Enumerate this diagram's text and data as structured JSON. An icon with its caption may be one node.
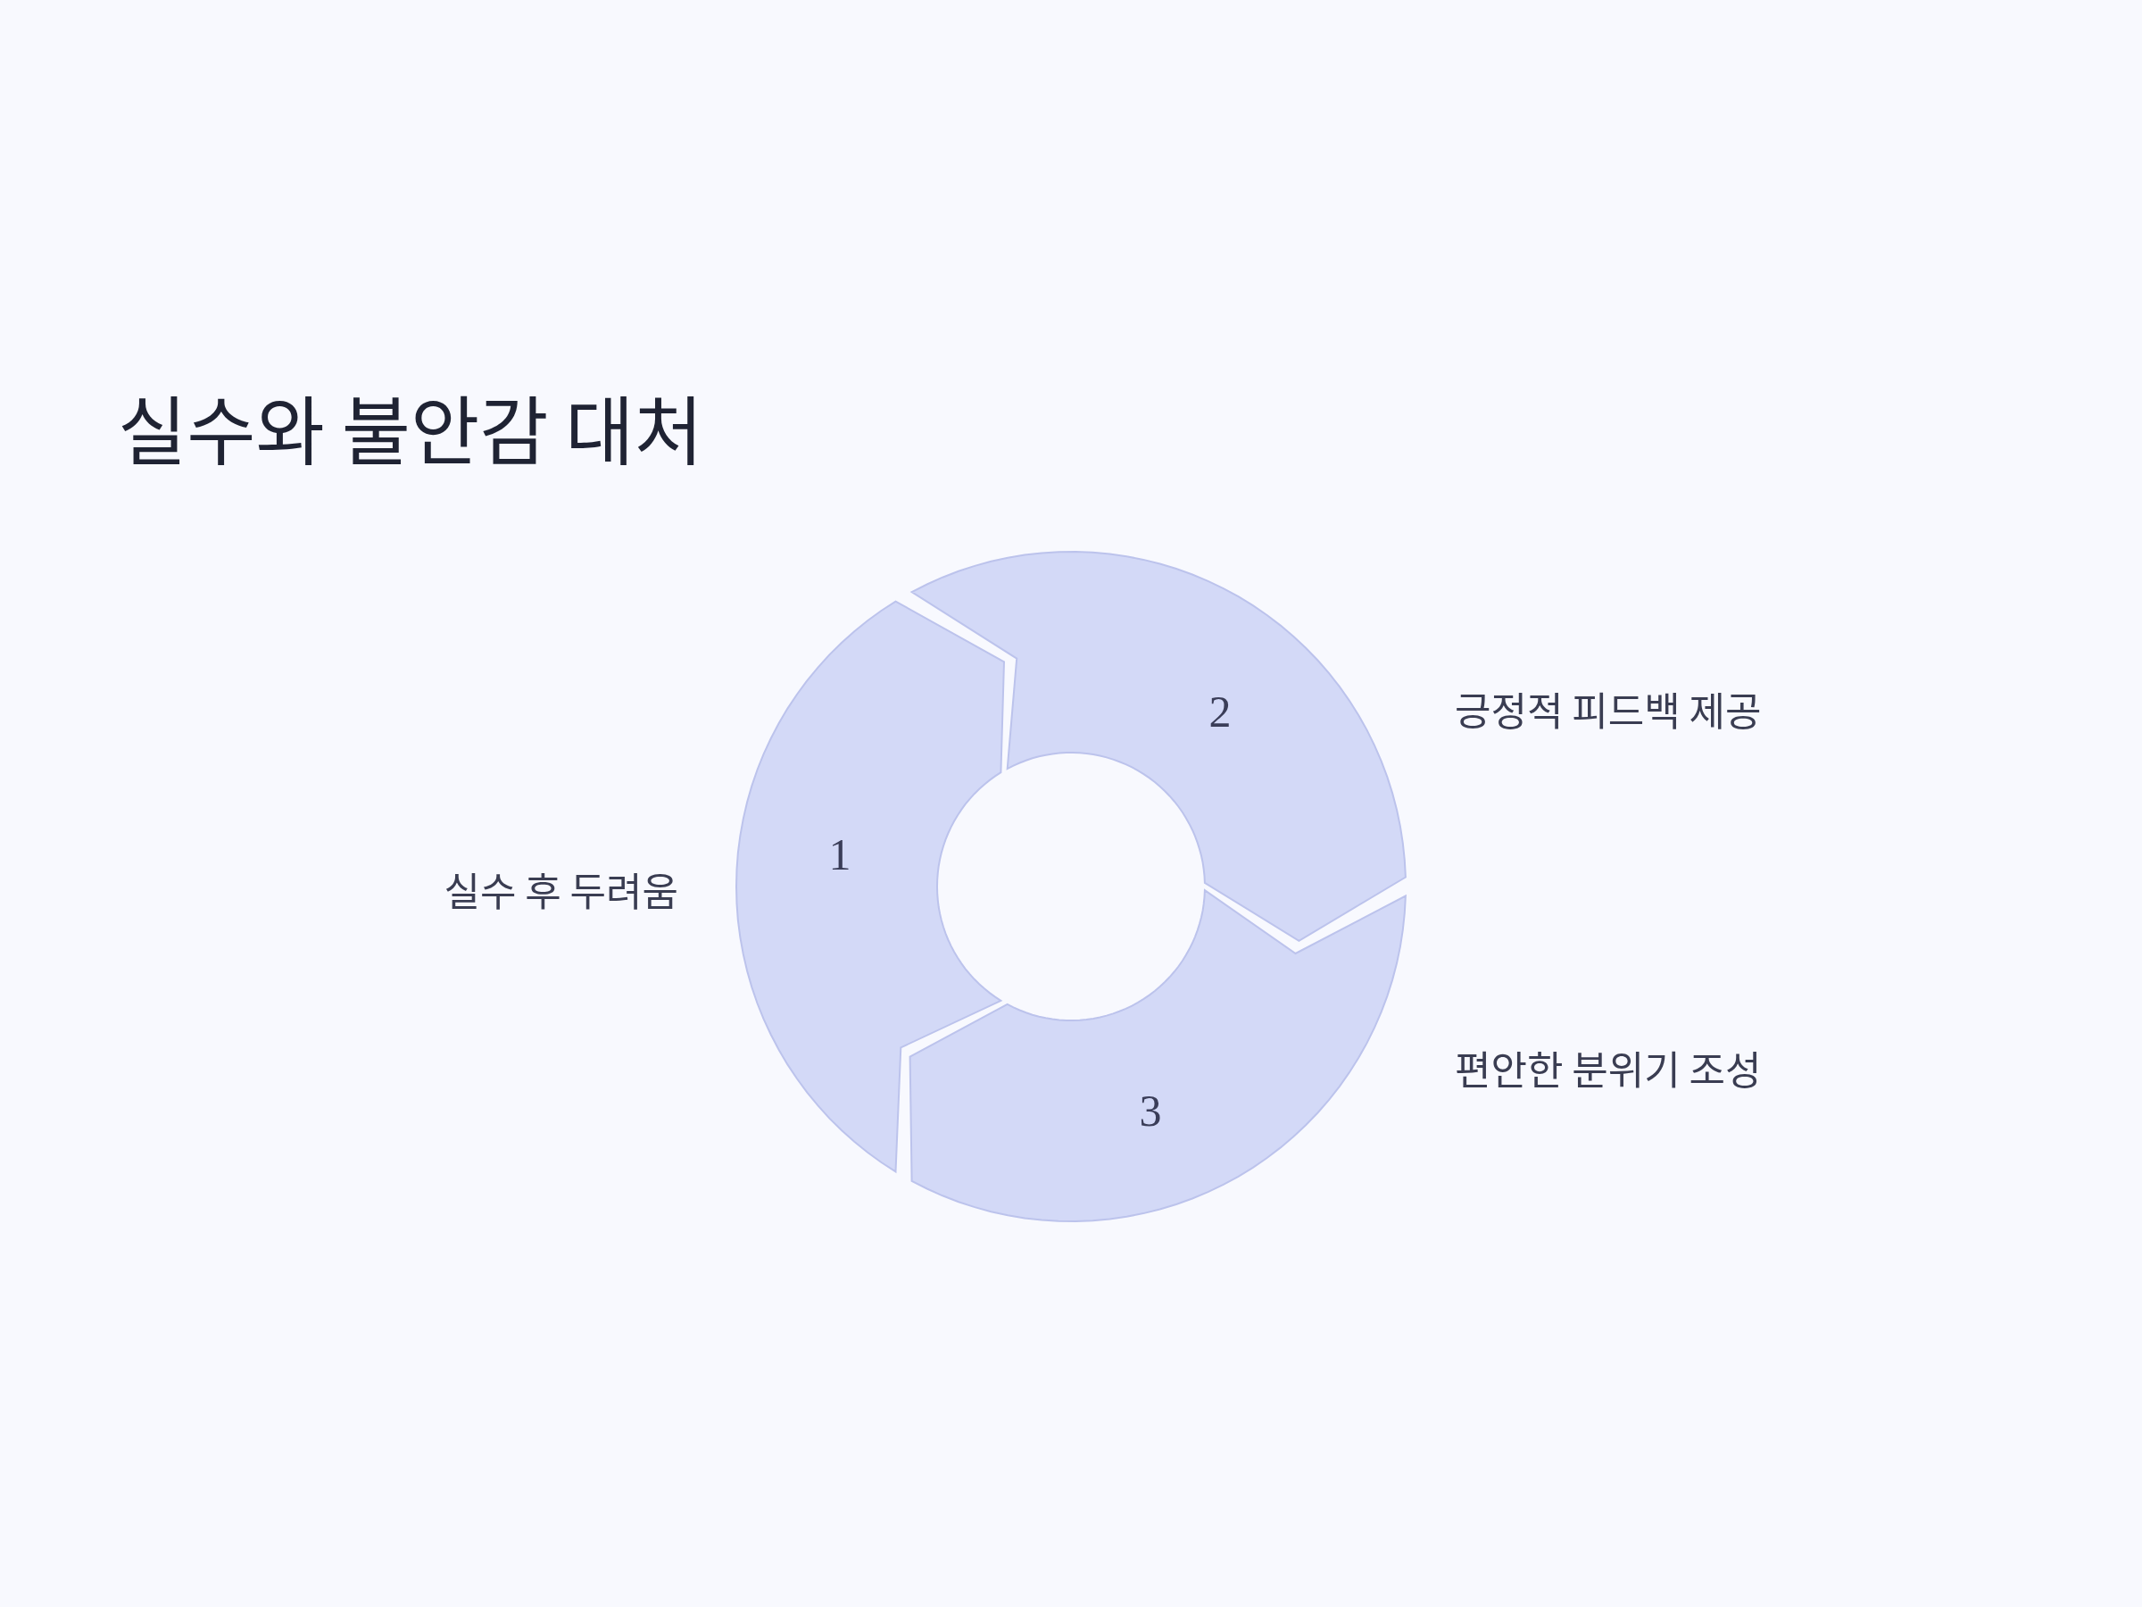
{
  "diagram": {
    "title": "실수와 불안감 대처",
    "nodes": [
      {
        "text": [
          "1"
        ],
        "beside": [
          "실수 후 두려움"
        ]
      },
      {
        "text": [
          "2"
        ],
        "beside": [
          "긍정적 피드백 제공"
        ]
      },
      {
        "text": [
          "3"
        ],
        "beside": [
          "편안한 분위기 조성"
        ]
      }
    ]
  }
}
